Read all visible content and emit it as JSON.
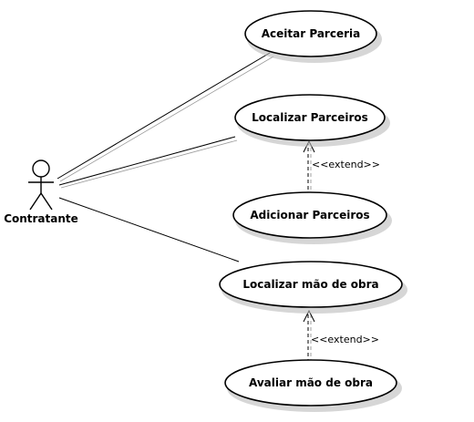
{
  "actor": {
    "name": "Contratante"
  },
  "use_cases": [
    {
      "id": "aceitar",
      "label": "Aceitar Parceria"
    },
    {
      "id": "localizar-parceiros",
      "label": "Localizar Parceiros"
    },
    {
      "id": "adicionar-parceiros",
      "label": "Adicionar Parceiros"
    },
    {
      "id": "localizar-mao",
      "label": "Localizar mão de obra"
    },
    {
      "id": "avaliar-mao",
      "label": "Avaliar mão de obra"
    }
  ],
  "associations": [
    {
      "from": "actor",
      "to": "aceitar"
    },
    {
      "from": "actor",
      "to": "localizar-parceiros"
    },
    {
      "from": "actor",
      "to": "localizar-mao"
    }
  ],
  "extends": [
    {
      "from": "adicionar-parceiros",
      "to": "localizar-parceiros",
      "label": "<<extend>>"
    },
    {
      "from": "avaliar-mao",
      "to": "localizar-mao",
      "label": "<<extend>>"
    }
  ]
}
